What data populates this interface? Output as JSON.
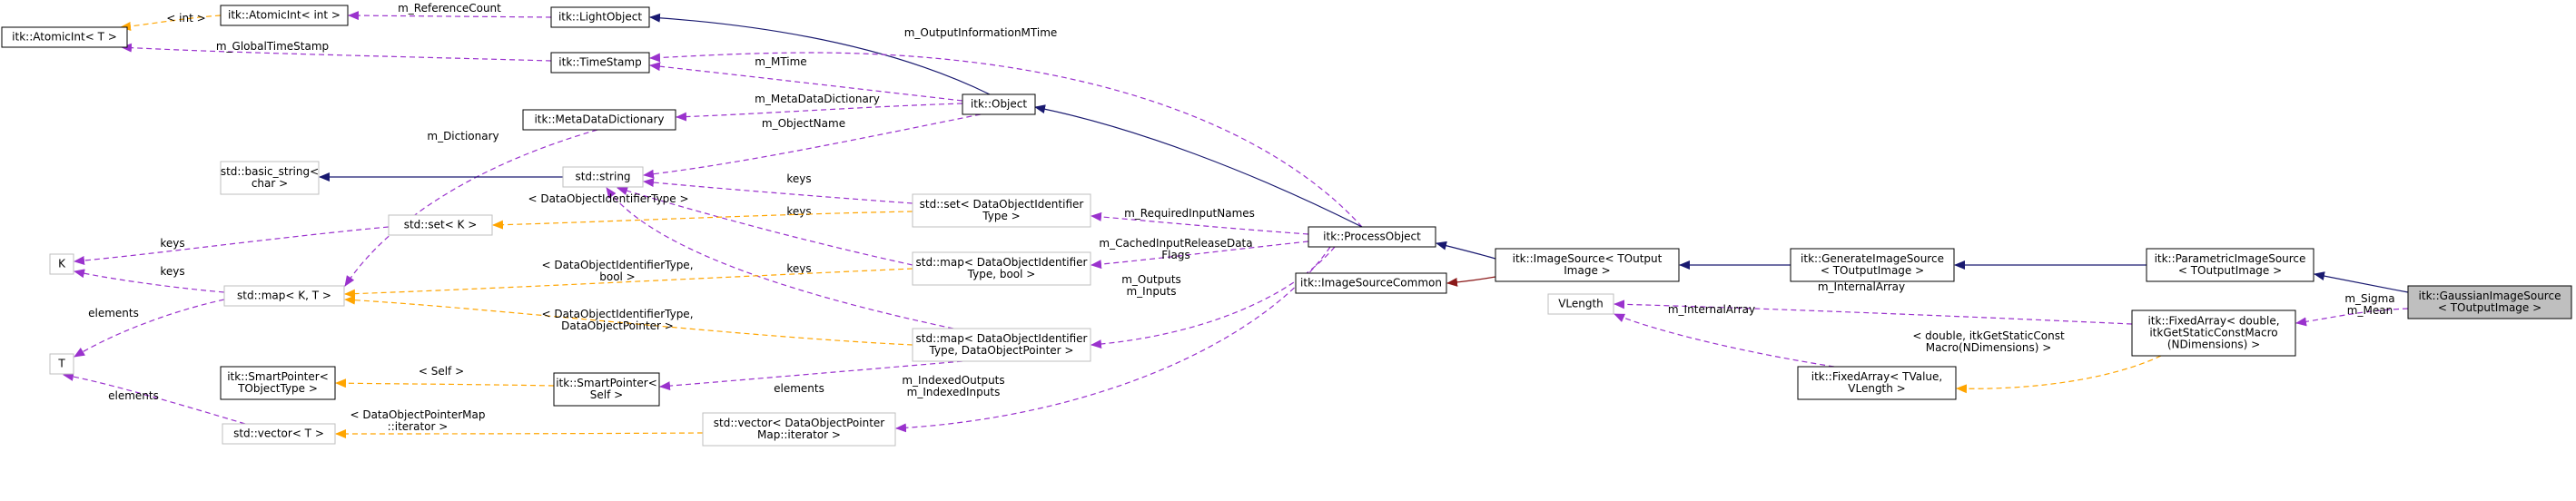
{
  "colors": {
    "inherit": "#191970",
    "usage": "#9a32cd",
    "template": "#ffa500",
    "protected_inherit": "#8b1a1a",
    "focus_fill": "#bfbfbf",
    "muted_border": "#bfbfbf"
  },
  "nodes": [
    {
      "id": "atomic_t",
      "lines": [
        "itk::AtomicInt< T >"
      ],
      "style": "normal"
    },
    {
      "id": "atomic_int",
      "lines": [
        "itk::AtomicInt< int >"
      ],
      "style": "normal"
    },
    {
      "id": "lightobject",
      "lines": [
        "itk::LightObject"
      ],
      "style": "normal"
    },
    {
      "id": "timestamp",
      "lines": [
        "itk::TimeStamp"
      ],
      "style": "normal"
    },
    {
      "id": "metadatadict",
      "lines": [
        "itk::MetaDataDictionary"
      ],
      "style": "normal"
    },
    {
      "id": "object",
      "lines": [
        "itk::Object"
      ],
      "style": "normal"
    },
    {
      "id": "basic_string",
      "lines": [
        "std::basic_string<",
        "char >"
      ],
      "style": "muted"
    },
    {
      "id": "std_string",
      "lines": [
        "std::string"
      ],
      "style": "muted"
    },
    {
      "id": "set_k",
      "lines": [
        "std::set< K >"
      ],
      "style": "muted"
    },
    {
      "id": "set_doit",
      "lines": [
        "std::set< DataObjectIdentifier",
        "Type >"
      ],
      "style": "muted"
    },
    {
      "id": "K",
      "lines": [
        "K"
      ],
      "style": "muted"
    },
    {
      "id": "map_kt",
      "lines": [
        "std::map< K, T >"
      ],
      "style": "muted"
    },
    {
      "id": "map_doit_bool",
      "lines": [
        "std::map< DataObjectIdentifier",
        "Type, bool >"
      ],
      "style": "muted"
    },
    {
      "id": "map_doit_ptr",
      "lines": [
        "std::map< DataObjectIdentifier",
        "Type, DataObjectPointer >"
      ],
      "style": "muted"
    },
    {
      "id": "T",
      "lines": [
        "T"
      ],
      "style": "muted"
    },
    {
      "id": "smartptr_t",
      "lines": [
        "itk::SmartPointer<",
        "TObjectType >"
      ],
      "style": "normal"
    },
    {
      "id": "smartptr_self",
      "lines": [
        "itk::SmartPointer<",
        "Self >"
      ],
      "style": "normal"
    },
    {
      "id": "vector_t",
      "lines": [
        "std::vector< T >"
      ],
      "style": "muted"
    },
    {
      "id": "vector_doptr",
      "lines": [
        "std::vector< DataObjectPointer",
        "Map::iterator >"
      ],
      "style": "muted"
    },
    {
      "id": "processobject",
      "lines": [
        "itk::ProcessObject"
      ],
      "style": "normal"
    },
    {
      "id": "imagesourcecommon",
      "lines": [
        "itk::ImageSourceCommon"
      ],
      "style": "normal"
    },
    {
      "id": "imagesource",
      "lines": [
        "itk::ImageSource< TOutput",
        "Image >"
      ],
      "style": "normal"
    },
    {
      "id": "generateimagesource",
      "lines": [
        "itk::GenerateImageSource",
        "< TOutputImage >"
      ],
      "style": "normal"
    },
    {
      "id": "parametricimagesource",
      "lines": [
        "itk::ParametricImageSource",
        "< TOutputImage >"
      ],
      "style": "normal"
    },
    {
      "id": "gaussianimagesource",
      "lines": [
        "itk::GaussianImageSource",
        "< TOutputImage >"
      ],
      "style": "focus"
    },
    {
      "id": "fixedarray_double",
      "lines": [
        "itk::FixedArray< double,",
        "itkGetStaticConstMacro",
        "(NDimensions) >"
      ],
      "style": "normal"
    },
    {
      "id": "vlength",
      "lines": [
        "VLength"
      ],
      "style": "muted"
    },
    {
      "id": "fixedarray_tvalue",
      "lines": [
        "itk::FixedArray< TValue,",
        "VLength >"
      ],
      "style": "normal"
    }
  ],
  "edges": [
    {
      "id": "e_atomic_int_t",
      "kind": "template",
      "label": [
        "< int >"
      ]
    },
    {
      "id": "e_refcount",
      "kind": "usage",
      "label": [
        "m_ReferenceCount"
      ]
    },
    {
      "id": "e_globaltimestamp",
      "kind": "usage",
      "label": [
        "m_GlobalTimeStamp"
      ]
    },
    {
      "id": "e_object_lightobject",
      "kind": "inherit",
      "label": []
    },
    {
      "id": "e_mtime",
      "kind": "usage",
      "label": [
        "m_MTime"
      ]
    },
    {
      "id": "e_outputinfomtime",
      "kind": "usage",
      "label": [
        "m_OutputInformationMTime"
      ]
    },
    {
      "id": "e_metadatadict",
      "kind": "usage",
      "label": [
        "m_MetaDataDictionary"
      ]
    },
    {
      "id": "e_objectname",
      "kind": "usage",
      "label": [
        "m_ObjectName"
      ]
    },
    {
      "id": "e_dictionary",
      "kind": "usage",
      "label": [
        "m_Dictionary"
      ]
    },
    {
      "id": "e_string_basic",
      "kind": "inherit",
      "label": []
    },
    {
      "id": "e_keys_set_doit",
      "kind": "usage",
      "label": [
        "keys"
      ]
    },
    {
      "id": "e_keys_map_bool",
      "kind": "usage",
      "label": [
        "keys"
      ]
    },
    {
      "id": "e_keys_map_ptr",
      "kind": "usage",
      "label": [
        "keys"
      ]
    },
    {
      "id": "e_tmpl_set_doit",
      "kind": "template",
      "label": [
        "< DataObjectIdentifierType >"
      ]
    },
    {
      "id": "e_keys_set_k",
      "kind": "usage",
      "label": [
        "keys"
      ]
    },
    {
      "id": "e_keys_map_kt",
      "kind": "usage",
      "label": [
        "keys"
      ]
    },
    {
      "id": "e_tmpl_map_bool",
      "kind": "template",
      "label": [
        "< DataObjectIdentifierType,",
        "bool >"
      ]
    },
    {
      "id": "e_tmpl_map_ptr",
      "kind": "template",
      "label": [
        "< DataObjectIdentifierType,",
        "DataObjectPointer >"
      ]
    },
    {
      "id": "e_elements_map_kt",
      "kind": "usage",
      "label": [
        "elements"
      ]
    },
    {
      "id": "e_elements_vector_t",
      "kind": "usage",
      "label": [
        "elements"
      ]
    },
    {
      "id": "e_tmpl_smartptr",
      "kind": "template",
      "label": [
        "< Self >"
      ]
    },
    {
      "id": "e_tmpl_vector",
      "kind": "template",
      "label": [
        "< DataObjectPointerMap",
        "::iterator >"
      ]
    },
    {
      "id": "e_elements_smartptr",
      "kind": "usage",
      "label": [
        "elements"
      ]
    },
    {
      "id": "e_requiredinputnames",
      "kind": "usage",
      "label": [
        "m_RequiredInputNames"
      ]
    },
    {
      "id": "e_cachedinputrelease",
      "kind": "usage",
      "label": [
        "m_CachedInputReleaseData",
        "Flags"
      ]
    },
    {
      "id": "e_outputs_inputs",
      "kind": "usage",
      "label": [
        "m_Outputs",
        "m_Inputs"
      ]
    },
    {
      "id": "e_indexed",
      "kind": "usage",
      "label": [
        "m_IndexedOutputs",
        "m_IndexedInputs"
      ]
    },
    {
      "id": "e_processobject_object",
      "kind": "inherit",
      "label": []
    },
    {
      "id": "e_imagesource_processobject",
      "kind": "inherit",
      "label": []
    },
    {
      "id": "e_imagesource_common",
      "kind": "protected_inherit",
      "label": []
    },
    {
      "id": "e_generate_imagesource",
      "kind": "inherit",
      "label": []
    },
    {
      "id": "e_parametric_generate",
      "kind": "inherit",
      "label": []
    },
    {
      "id": "e_gaussian_parametric",
      "kind": "inherit",
      "label": []
    },
    {
      "id": "e_sigma_mean",
      "kind": "usage",
      "label": [
        "m_Sigma",
        "m_Mean"
      ]
    },
    {
      "id": "e_internalarray_1",
      "kind": "usage",
      "label": [
        "m_InternalArray"
      ]
    },
    {
      "id": "e_internalarray_2",
      "kind": "usage",
      "label": [
        "m_InternalArray"
      ]
    },
    {
      "id": "e_tmpl_fixedarray",
      "kind": "template",
      "label": [
        "< double, itkGetStaticConst",
        "Macro(NDimensions) >"
      ]
    }
  ]
}
